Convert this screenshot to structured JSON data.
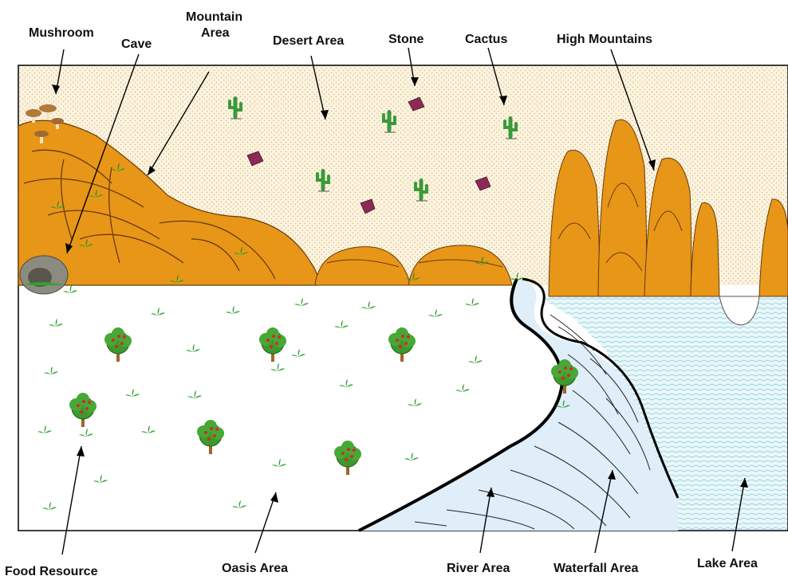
{
  "labels": {
    "mushroom": "Mushroom",
    "cave": "Cave",
    "mountain_area_line1": "Mountain",
    "mountain_area_line2": "Area",
    "desert_area": "Desert Area",
    "stone": "Stone",
    "cactus": "Cactus",
    "high_mountains": "High Mountains",
    "food_resource": "Food Resource",
    "oasis_area": "Oasis Area",
    "river_area": "River Area",
    "waterfall_area": "Waterfall Area",
    "lake_area": "Lake Area"
  },
  "colors": {
    "sand": "#fbf3df",
    "sand_dot": "#d9b97a",
    "mountain": "#e79618",
    "mountain_line": "#6a3a08",
    "oasis": "#ffffff",
    "water": "#dfeef9",
    "lake": "#dff3f7",
    "grass": "#2aa52a",
    "tree_leaf": "#3c9a2c",
    "fruit": "#d42a2a",
    "stone": "#8a2a55",
    "cactus": "#3a9a3a",
    "outline": "#000000"
  }
}
